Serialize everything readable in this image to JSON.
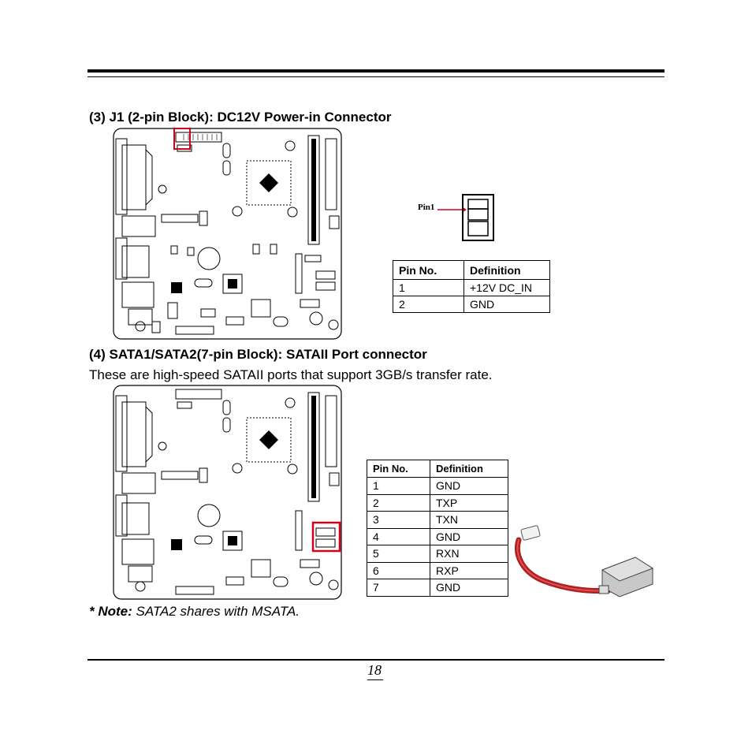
{
  "section3": {
    "heading": "(3) J1 (2-pin Block): DC12V Power-in Connector",
    "pin_label": "Pin1",
    "table": {
      "headers": [
        "Pin No.",
        "Definition"
      ],
      "rows": [
        [
          "1",
          "+12V DC_IN"
        ],
        [
          "2",
          "GND"
        ]
      ]
    }
  },
  "section4": {
    "heading": "(4) SATA1/SATA2(7-pin Block): SATAII Port connector",
    "description": "These are high-speed SATAII ports that support 3GB/s transfer rate.",
    "table": {
      "headers": [
        "Pin No.",
        "Definition"
      ],
      "rows": [
        [
          "1",
          "GND"
        ],
        [
          "2",
          "TXP"
        ],
        [
          "3",
          "TXN"
        ],
        [
          "4",
          "GND"
        ],
        [
          "5",
          "RXN"
        ],
        [
          "6",
          "RXP"
        ],
        [
          "7",
          "GND"
        ]
      ]
    }
  },
  "note": {
    "prefix": "* Note:",
    "text": " SATA2 shares with MSATA."
  },
  "page_number": "18",
  "colors": {
    "highlight": "#d0021b",
    "cable": "#b02020"
  }
}
